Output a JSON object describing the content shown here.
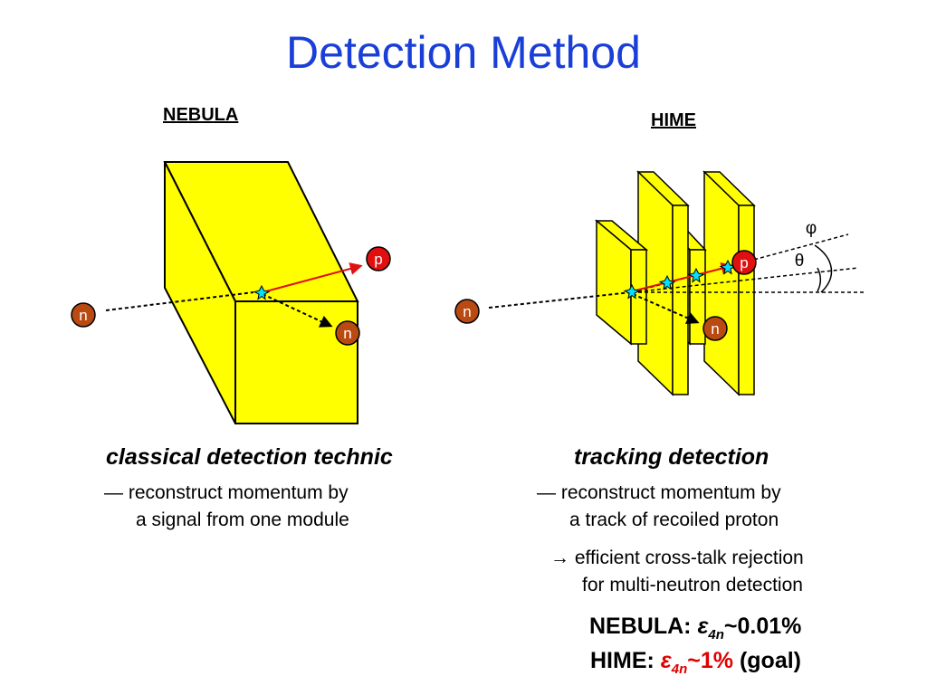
{
  "title": "Detection Method",
  "nebula": {
    "label": "NEBULA",
    "heading": "classical detection technic",
    "desc_line1": "— reconstruct momentum by",
    "desc_line2": "a signal from one module"
  },
  "hime": {
    "label": "HIME",
    "heading": "tracking detection",
    "desc_line1": "— reconstruct momentum by",
    "desc_line2": "a track of recoiled proton",
    "note_line1": "→ efficient cross-talk rejection",
    "note_line2": "for multi-neutron detection"
  },
  "particles": {
    "neutron": "n",
    "proton": "p"
  },
  "angles": {
    "phi": "φ",
    "theta": "θ"
  },
  "efficiency": {
    "nebula_prefix": "NEBULA: ",
    "hime_prefix": "HIME: ",
    "epsilon": "ε",
    "subscript": "4n",
    "nebula_value": "~0.01%",
    "hime_tilde": "~",
    "hime_value": "1%",
    "hime_suffix": " (goal)"
  },
  "colors": {
    "title": "#1a3fd8",
    "scintillator": "#ffff00",
    "neutron": "#b84a12",
    "proton": "#e01010",
    "highlight": "#e00000"
  }
}
